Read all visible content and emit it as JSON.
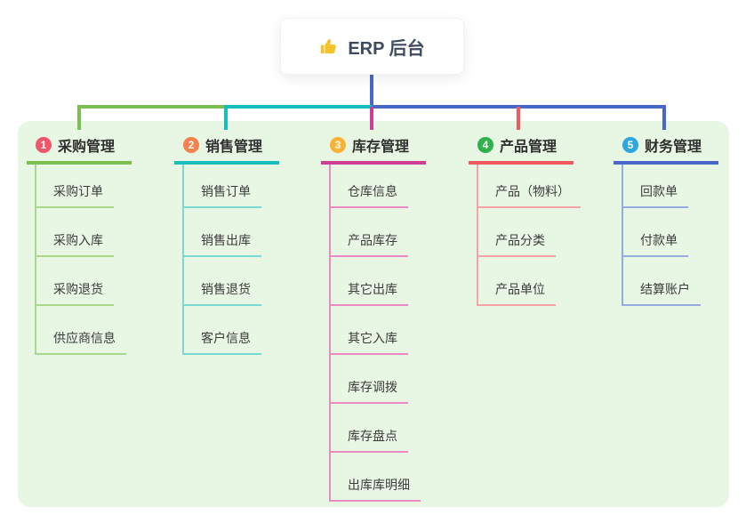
{
  "root": {
    "label": "ERP 后台",
    "icon": "thumbs-up-icon",
    "icon_color": "#F5C22B"
  },
  "colors": {
    "panel_bg": "#E8F6E4",
    "stem": "#4A66C8"
  },
  "branches": [
    {
      "badge": "1",
      "label": "采购管理",
      "badge_color": "#F0566B",
      "line_color": "#7CBE4F",
      "child_line_color": "#A9D78C",
      "children": [
        "采购订单",
        "采购入库",
        "采购退货",
        "供应商信息"
      ]
    },
    {
      "badge": "2",
      "label": "销售管理",
      "badge_color": "#F5824D",
      "line_color": "#17BEBB",
      "child_line_color": "#7BD9D4",
      "children": [
        "销售订单",
        "销售出库",
        "销售退货",
        "客户信息"
      ]
    },
    {
      "badge": "3",
      "label": "库存管理",
      "badge_color": "#F9B234",
      "line_color": "#CE3D94",
      "child_line_color": "#EC8BC3",
      "children": [
        "仓库信息",
        "产品库存",
        "其它出库",
        "其它入库",
        "库存调拨",
        "库存盘点",
        "出库库明细"
      ]
    },
    {
      "badge": "4",
      "label": "产品管理",
      "badge_color": "#2FB24C",
      "line_color": "#F15B5F",
      "child_line_color": "#F7A3A5",
      "children": [
        "产品（物料）",
        "产品分类",
        "产品单位"
      ]
    },
    {
      "badge": "5",
      "label": "财务管理",
      "badge_color": "#2FA6DF",
      "line_color": "#4A66C8",
      "child_line_color": "#97A9E0",
      "children": [
        "回款单",
        "付款单",
        "结算账户"
      ]
    }
  ]
}
